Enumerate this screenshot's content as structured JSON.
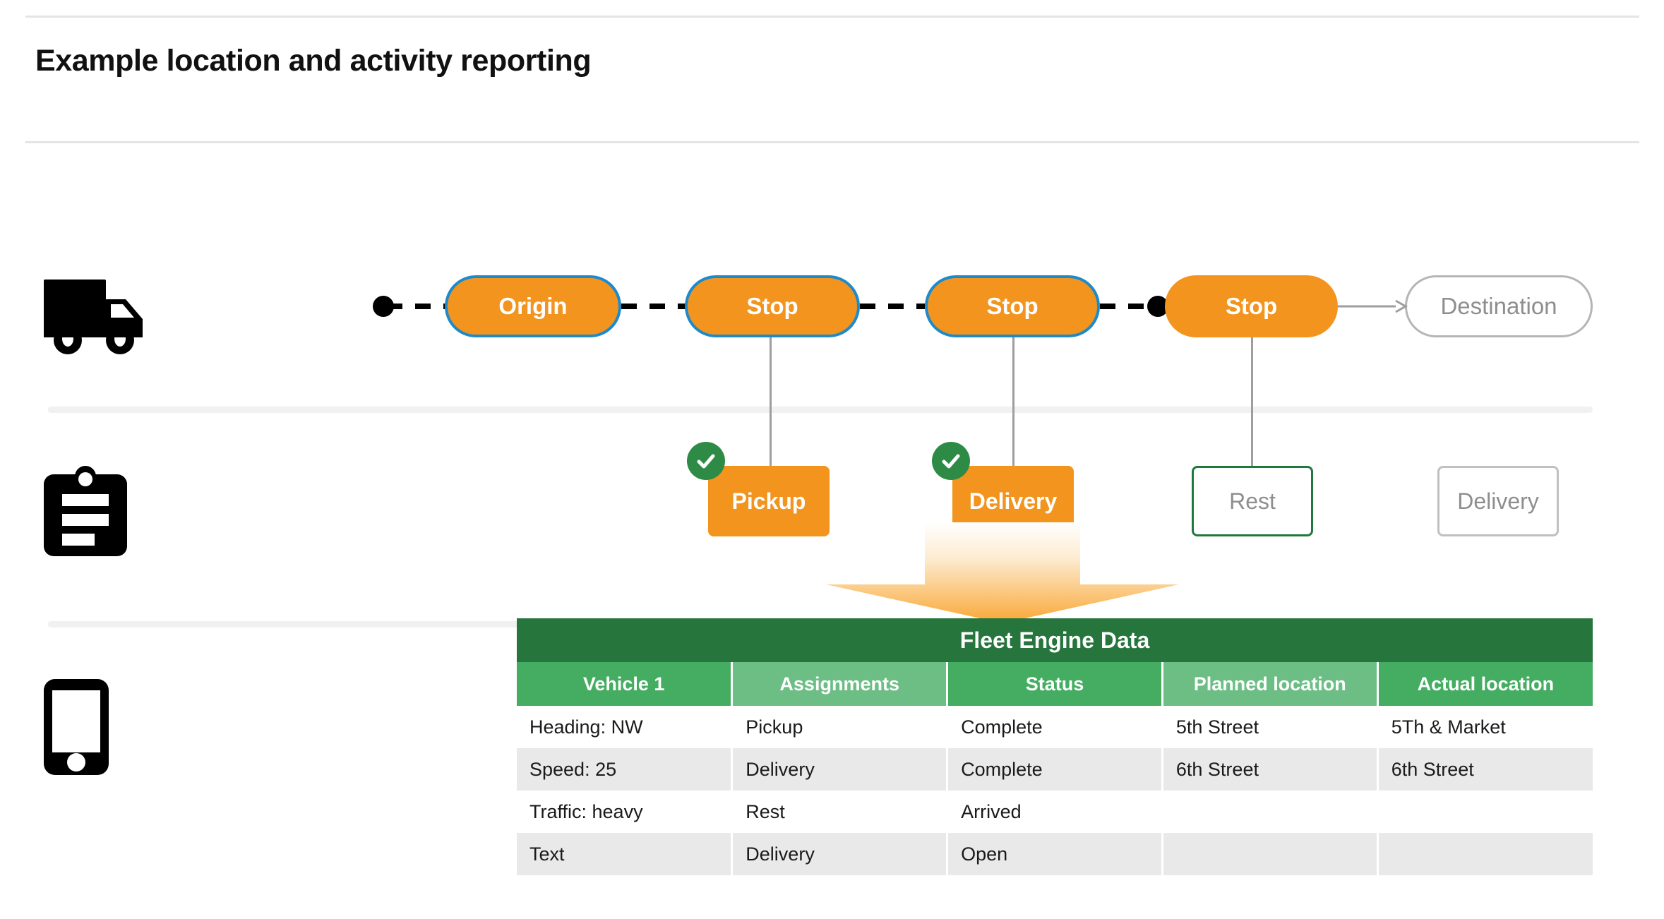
{
  "page": {
    "title": "Example location and activity reporting"
  },
  "colors": {
    "orange": "#F2941E",
    "blue_border": "#1C8ACB",
    "green_dark": "#25753C",
    "green_header_a": "#45AD62",
    "green_header_b": "#6CBE85",
    "check_green": "#2E8B46",
    "ghost_gray": "#8e8e8e",
    "zebra_gray": "#e9e9e9"
  },
  "rows": {
    "vehicle": {
      "icon": "truck-icon",
      "nodes": [
        {
          "label": "Origin",
          "state": "active"
        },
        {
          "label": "Stop",
          "state": "active"
        },
        {
          "label": "Stop",
          "state": "active"
        },
        {
          "label": "Stop",
          "state": "current"
        },
        {
          "label": "Destination",
          "state": "pending"
        }
      ]
    },
    "activity": {
      "icon": "clipboard-icon",
      "tasks": [
        {
          "label": "Pickup",
          "state": "complete",
          "checked": true
        },
        {
          "label": "Delivery",
          "state": "complete",
          "checked": true
        },
        {
          "label": "Rest",
          "state": "arrived",
          "checked": false
        },
        {
          "label": "Delivery",
          "state": "open",
          "checked": false
        }
      ]
    },
    "device": {
      "icon": "phone-icon"
    }
  },
  "table": {
    "title": "Fleet Engine Data",
    "columns": [
      "Vehicle 1",
      "Assignments",
      "Status",
      "Planned location",
      "Actual location"
    ],
    "rows": [
      [
        "Heading: NW",
        "Pickup",
        "Complete",
        "5th Street",
        "5Th & Market"
      ],
      [
        "Speed: 25",
        "Delivery",
        "Complete",
        "6th Street",
        "6th Street"
      ],
      [
        "Traffic: heavy",
        "Rest",
        "Arrived",
        "",
        ""
      ],
      [
        "Text",
        "Delivery",
        "Open",
        "",
        ""
      ]
    ]
  }
}
